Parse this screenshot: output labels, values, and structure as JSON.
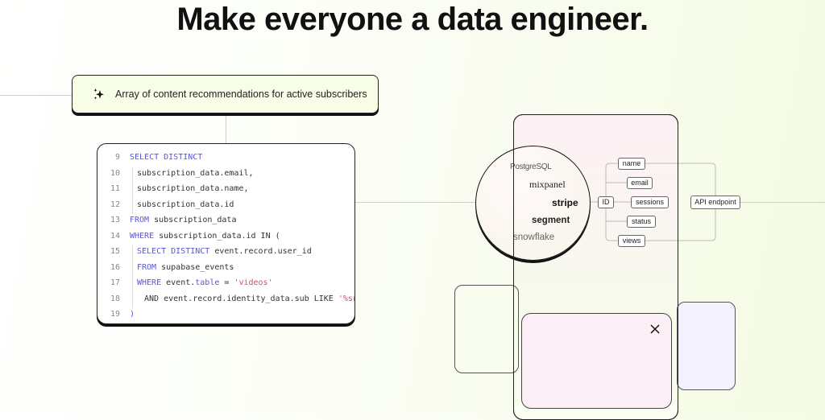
{
  "headline": "Make everyone a data engineer.",
  "prompt": {
    "icon": "sparkles-icon",
    "text": "Array of content recommendations for active subscribers"
  },
  "code": {
    "lines": [
      {
        "n": "9",
        "indent": 0,
        "parts": [
          {
            "t": "SELECT DISTINCT",
            "c": "kw"
          }
        ]
      },
      {
        "n": "10",
        "indent": 1,
        "parts": [
          {
            "t": "subscription_data.email,",
            "c": ""
          }
        ]
      },
      {
        "n": "11",
        "indent": 1,
        "parts": [
          {
            "t": "subscription_data.name,",
            "c": ""
          }
        ]
      },
      {
        "n": "12",
        "indent": 1,
        "parts": [
          {
            "t": "subscription_data.id",
            "c": ""
          }
        ]
      },
      {
        "n": "13",
        "indent": 0,
        "parts": [
          {
            "t": "FROM",
            "c": "kw"
          },
          {
            "t": " subscription_data",
            "c": ""
          }
        ]
      },
      {
        "n": "14",
        "indent": 0,
        "parts": [
          {
            "t": "WHERE",
            "c": "kw"
          },
          {
            "t": " subscription_data.id IN (",
            "c": ""
          }
        ]
      },
      {
        "n": "15",
        "indent": 1,
        "parts": [
          {
            "t": "SELECT DISTINCT",
            "c": "kw"
          },
          {
            "t": " event.record.user_id",
            "c": ""
          }
        ]
      },
      {
        "n": "16",
        "indent": 1,
        "parts": [
          {
            "t": "FROM",
            "c": "kw"
          },
          {
            "t": " supabase_events",
            "c": ""
          }
        ]
      },
      {
        "n": "17",
        "indent": 1,
        "parts": [
          {
            "t": "WHERE",
            "c": "kw"
          },
          {
            "t": " event.",
            "c": ""
          },
          {
            "t": "table",
            "c": "kw"
          },
          {
            "t": " = ",
            "c": ""
          },
          {
            "t": "'videos'",
            "c": "str"
          }
        ]
      },
      {
        "n": "18",
        "indent": 2,
        "parts": [
          {
            "t": "AND event.record.identity_data.sub LIKE ",
            "c": ""
          },
          {
            "t": "'%supe",
            "c": "str"
          }
        ]
      },
      {
        "n": "19",
        "indent": 0,
        "parts": [
          {
            "t": ")",
            "c": "kw"
          }
        ]
      }
    ]
  },
  "sources": [
    "PostgreSQL",
    "mixpanel",
    "stripe",
    "segment",
    "snowflake"
  ],
  "schema": {
    "key": "ID",
    "fields": [
      "name",
      "email",
      "sessions",
      "status",
      "views"
    ],
    "output": "API endpoint"
  },
  "modal": {
    "close_icon": "close-icon"
  },
  "colors": {
    "keyword": "#5b54e0",
    "string": "#e0485c",
    "prompt_bg": "#f7fde6"
  }
}
